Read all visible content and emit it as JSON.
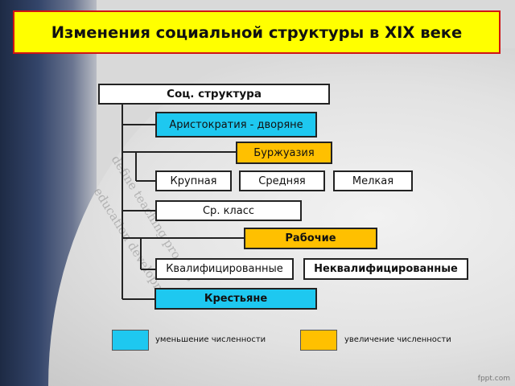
{
  "title": "Изменения социальной структуры в XIX веке",
  "nodes": {
    "root": "Соц. структура",
    "aristocracy": "Аристократия - дворяне",
    "bourgeoisie": "Буржуазия",
    "large": "Крупная",
    "medium": "Средняя",
    "small": "Мелкая",
    "middle_class": "Ср. класс",
    "workers": "Рабочие",
    "skilled": "Квалифицированные",
    "unskilled": "Неквалифицированные",
    "peasants": "Крестьяне"
  },
  "legend": {
    "decrease": "уменьшение численности",
    "increase": "увеличение численности"
  },
  "colors": {
    "decrease": "#1ec8f0",
    "increase": "#ffc000",
    "title_bg": "#ffff00",
    "title_border": "#d01414"
  },
  "watermark": "fppt.com"
}
